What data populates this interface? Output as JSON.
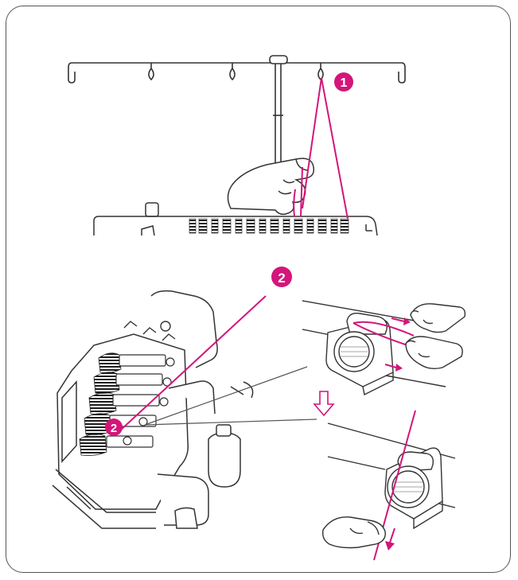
{
  "colors": {
    "accent": "#d4157a",
    "line": "#333333",
    "hatch": "#1e1e1e"
  },
  "steps": {
    "step1": {
      "label": "1"
    },
    "step2_top": {
      "label": "2"
    },
    "step2_guide": {
      "label": "2"
    }
  },
  "icons": {
    "down_arrow": "hollow-down-arrow-icon",
    "pull_arrows": "pink-direction-arrow-icon"
  }
}
